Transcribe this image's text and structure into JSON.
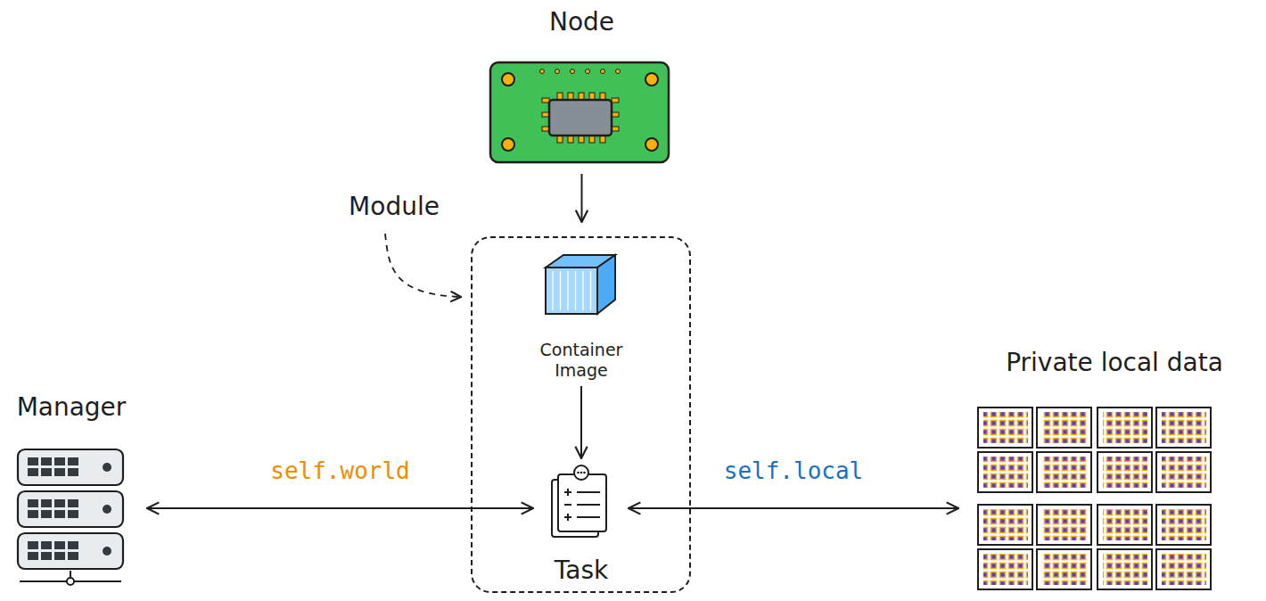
{
  "diagram": {
    "nodes": [
      {
        "text": [
          "Node"
        ]
      },
      {
        "text": [
          "Module"
        ]
      },
      {
        "text": [
          "Container Image"
        ],
        "in": 1
      },
      {
        "text": [
          "Task"
        ],
        "in": 1
      },
      {
        "text": [
          "Manager"
        ]
      },
      {
        "text": [
          "Private local data"
        ]
      }
    ],
    "edges": [
      {
        "from": 0,
        "to": 1,
        "arrow": "to"
      },
      {
        "from": 2,
        "to": 3,
        "arrow": "to"
      },
      {
        "from": 4,
        "to": 3,
        "label": "self.world",
        "arrow": "both"
      },
      {
        "from": 3,
        "to": 5,
        "label": "self.local",
        "arrow": "both"
      }
    ]
  }
}
